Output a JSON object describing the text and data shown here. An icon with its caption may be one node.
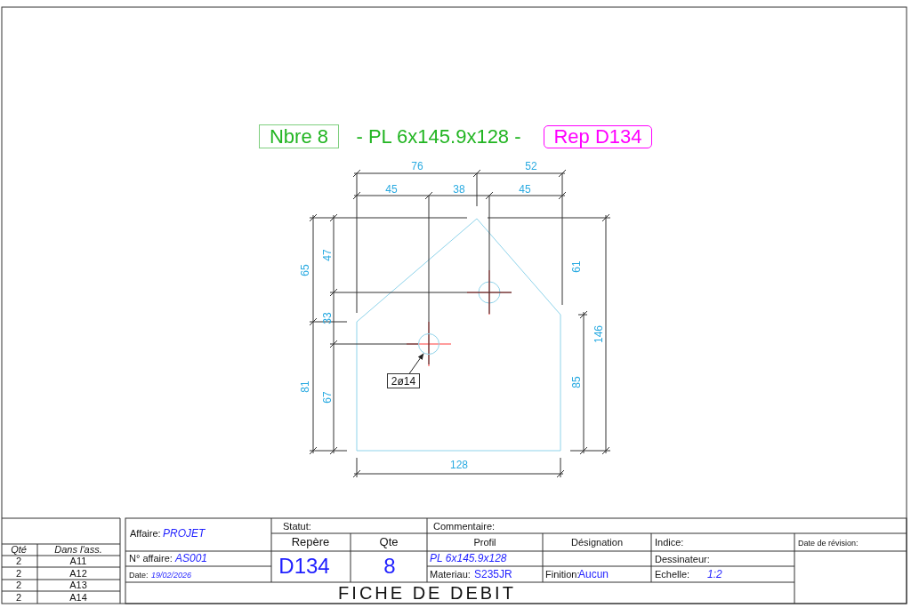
{
  "diagram": {
    "nodes": [
      {
        "text": [
          "Nbre 8"
        ]
      },
      {
        "text": [
          "Rep D134"
        ]
      },
      {
        "text": [
          "2ø14"
        ]
      },
      {
        "text": [],
        "shape": "circle"
      }
    ],
    "edges": [
      {
        "from": 2,
        "to": 3,
        "arrow": "to"
      }
    ],
    "labels": [
      "- PL 6x145.9x128 -",
      "76",
      "52",
      "45",
      "38",
      "45",
      "65",
      "47",
      "33",
      "81",
      "67",
      "61",
      "146",
      "85",
      "128",
      "Qté",
      "Dans l'ass.",
      "2",
      "A11",
      "2",
      "A12",
      "2",
      "A13",
      "2",
      "A14",
      "Affaire:",
      "PROJET",
      "Statut:",
      "Commentaire:",
      "Repère",
      "Qte",
      "Profil",
      "Désignation",
      "Indice:",
      "Date de révision:",
      "N° affaire:",
      "AS001",
      "D134",
      "8",
      "PL 6x145.9x128",
      "Dessinateur:",
      "Date:",
      "19/02/2026",
      "Materiau:",
      "S235JR",
      "Finition:",
      "Aucun",
      "Echelle:",
      "1:2",
      "FICHE DE DEBIT"
    ]
  }
}
